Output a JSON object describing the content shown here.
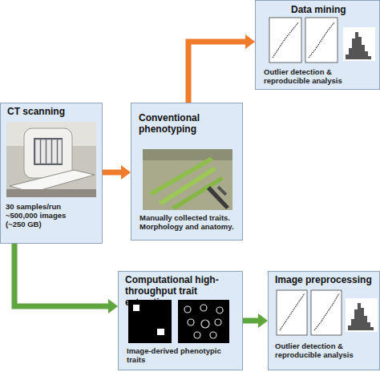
{
  "diagram": {
    "nodes": [
      {
        "text": [
          "CT scanning",
          "30 samples/run ~500,000 images (~250 GB)"
        ]
      },
      {
        "text": [
          "Conventional phenotyping",
          "Manually collected traits. Morphology and anatomy."
        ]
      },
      {
        "text": [
          "Data mining",
          "Outlier detection & reproducible analysis"
        ]
      },
      {
        "text": [
          "Computational high-throughput trait extraction",
          "Image-derived phenotypic traits"
        ]
      },
      {
        "text": [
          "Image preprocessing",
          "Outlier detection & reproducible analysis"
        ]
      }
    ],
    "edges": [
      {
        "from": 0,
        "to": 1,
        "arrow": "to"
      },
      {
        "from": 1,
        "to": 2,
        "arrow": "to"
      },
      {
        "from": 0,
        "to": 3,
        "arrow": "to"
      },
      {
        "from": 3,
        "to": 4,
        "arrow": "to"
      }
    ]
  }
}
